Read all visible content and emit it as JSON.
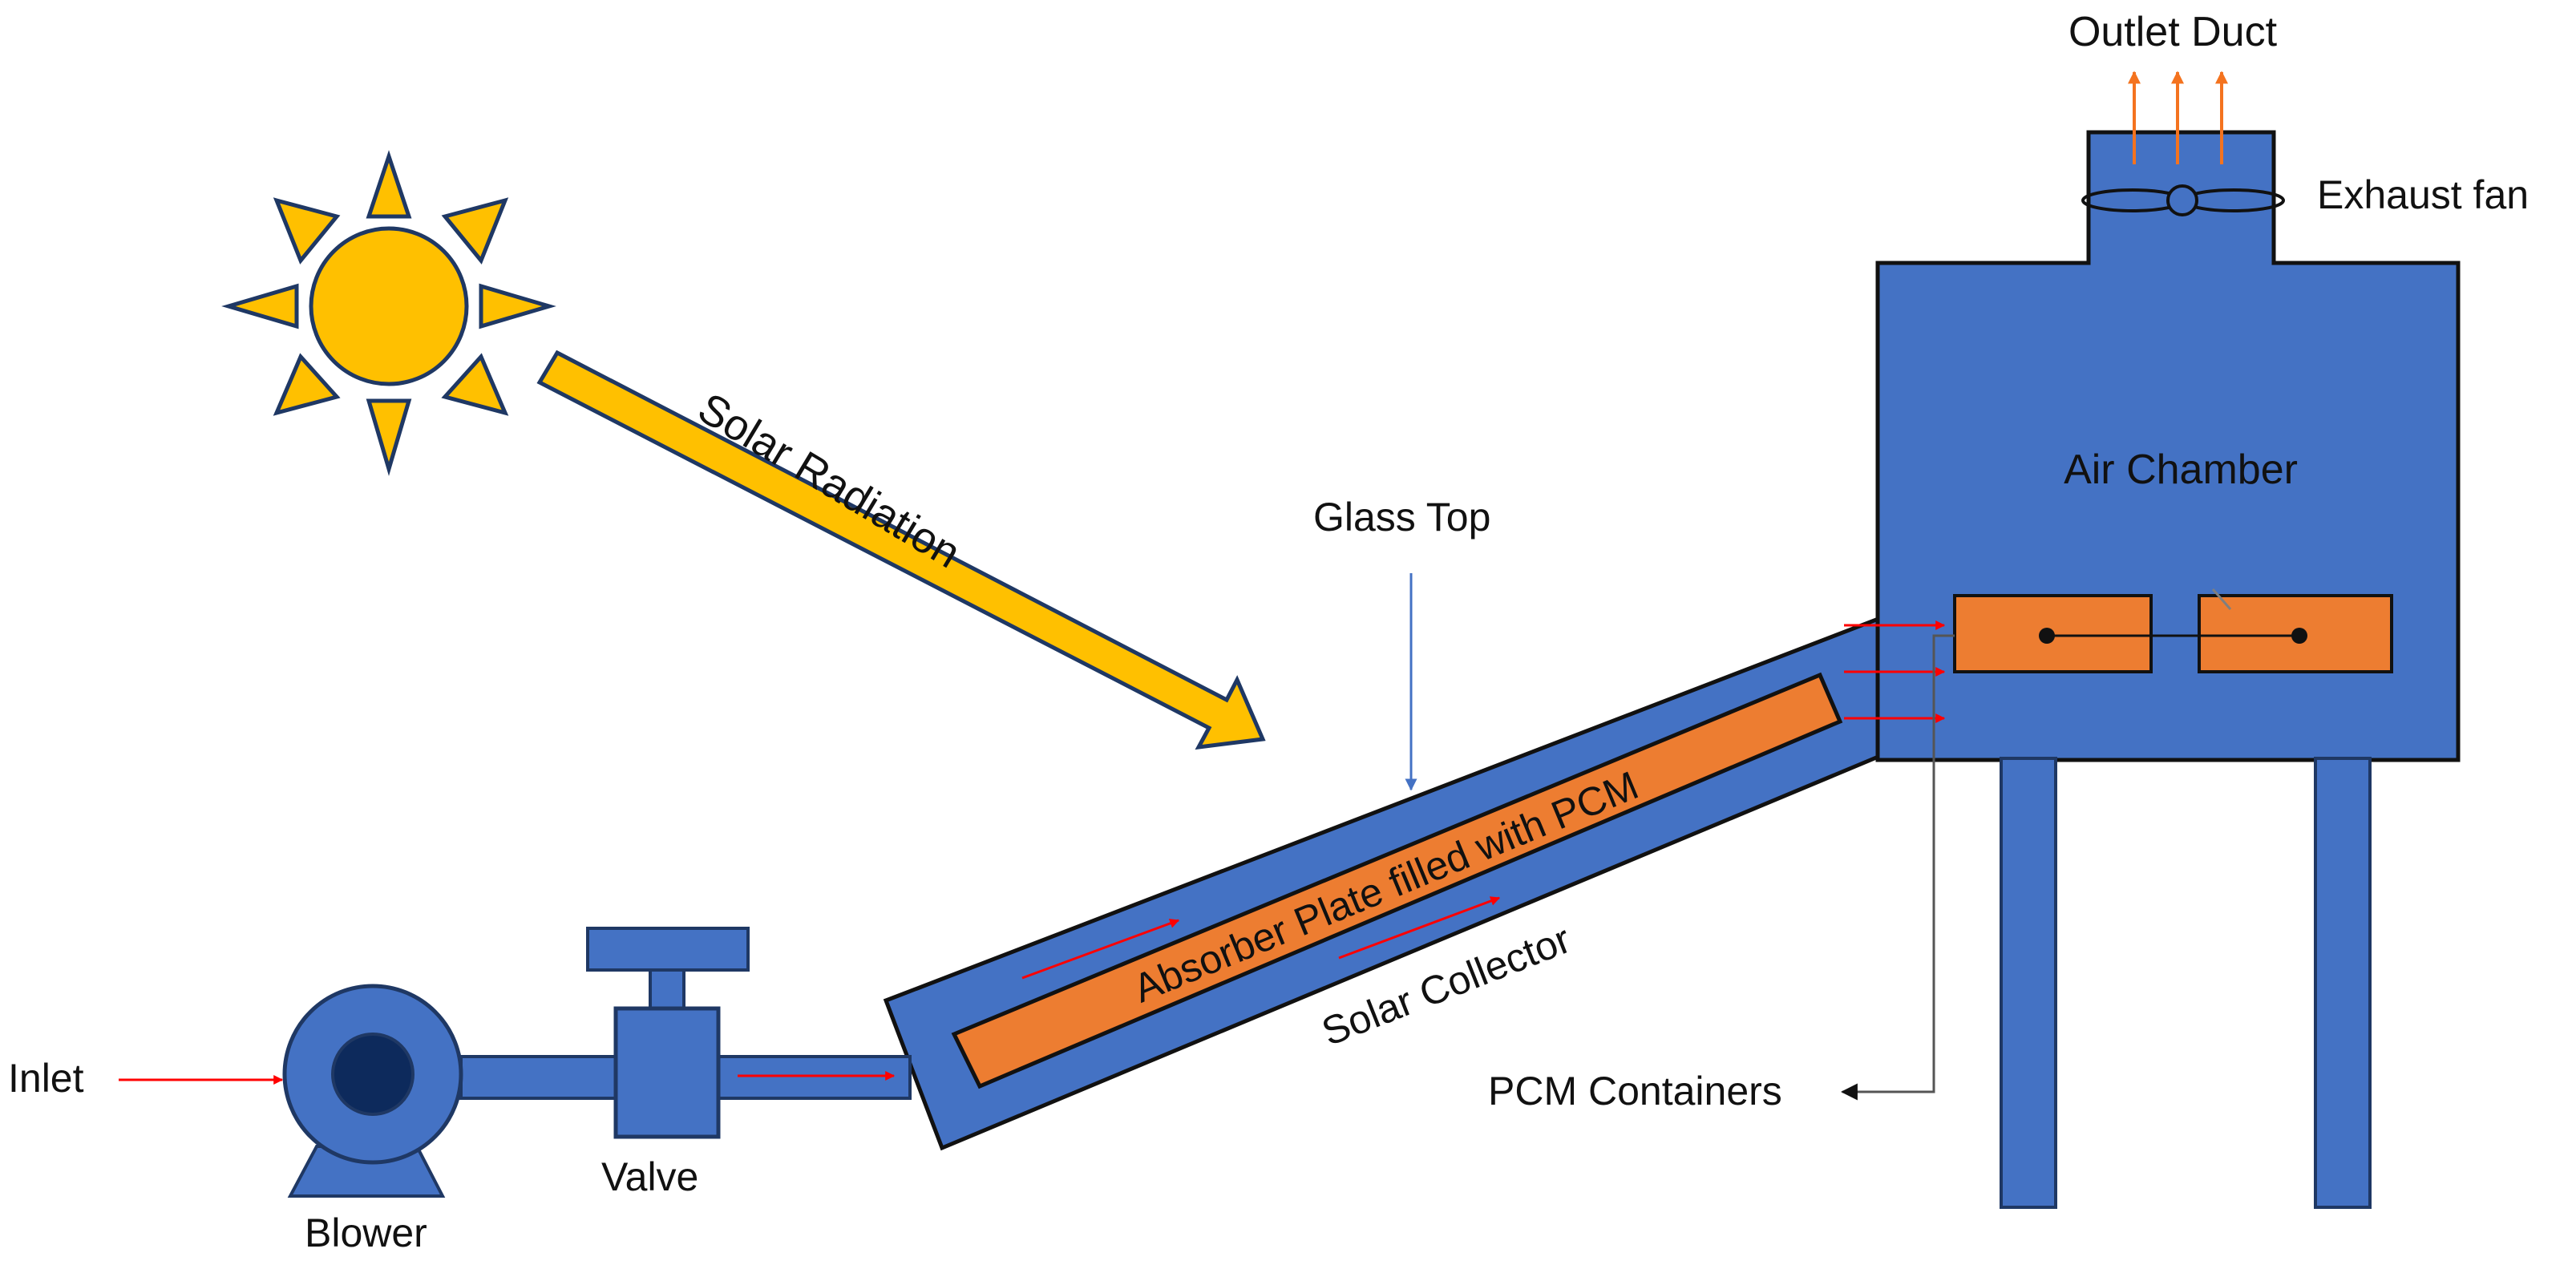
{
  "labels": {
    "outlet_duct": "Outlet Duct",
    "exhaust_fan": "Exhaust fan",
    "air_chamber": "Air Chamber",
    "solar_radiation": "Solar Radiation",
    "glass_top": "Glass Top",
    "absorber_plate": "Absorber Plate filled with PCM",
    "solar_collector": "Solar Collector",
    "pcm_containers": "PCM Containers",
    "inlet": "Inlet",
    "valve": "Valve",
    "blower": "Blower"
  },
  "colors": {
    "body_blue": "#4472C4",
    "outline_dark": "#1F3864",
    "pcm_orange": "#ED7D31",
    "sun_yellow": "#FFC000",
    "flow_red": "#FF0000",
    "outlet_arrow_orange": "#F4731F",
    "blower_core": "#0D2A5C",
    "leader_line": "#555555"
  }
}
